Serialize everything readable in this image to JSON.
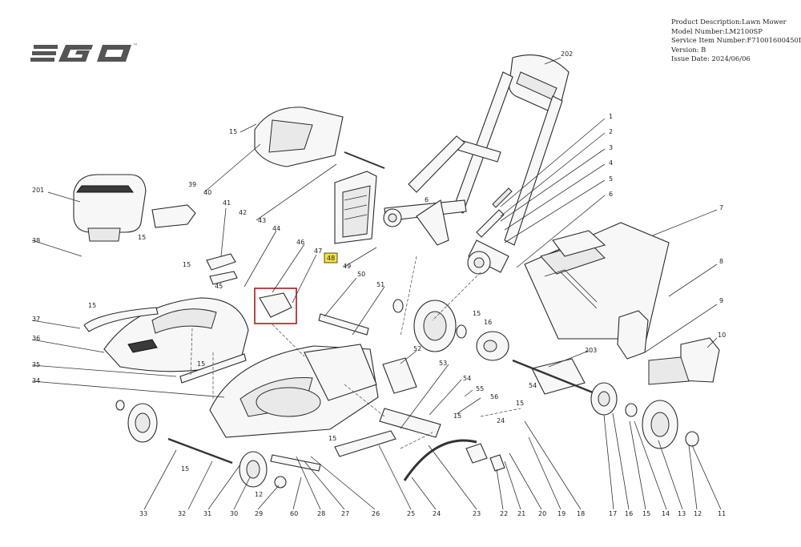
{
  "brand": {
    "logo_text": "EGO",
    "trademark": "™"
  },
  "header": {
    "product_description": "Product Description:Lawn Mower",
    "model_number": "Model Number:LM2100SP",
    "service_item_number": "Service Item Number:F71001600450I",
    "version": "Version: B",
    "issue_date_label": "Issue Date:",
    "issue_date_value": "2024/06/06"
  },
  "highlight": {
    "label": "48",
    "color": "#f3e23a",
    "box_color": "#b01818"
  },
  "callouts": {
    "top": [
      "202",
      "1",
      "2",
      "3",
      "4",
      "5",
      "6",
      "7",
      "8",
      "9",
      "10",
      "15",
      "40",
      "39",
      "201",
      "41",
      "43",
      "42",
      "44",
      "38",
      "15",
      "15",
      "46",
      "47",
      "48",
      "49",
      "6",
      "50",
      "51",
      "45",
      "37",
      "15",
      "36",
      "35",
      "34",
      "15",
      "16",
      "52",
      "53",
      "54",
      "55",
      "56",
      "15",
      "203",
      "15",
      "54",
      "15",
      "24",
      "15",
      "12"
    ],
    "bottom": [
      "33",
      "32",
      "31",
      "30",
      "29",
      "60",
      "28",
      "27",
      "26",
      "25",
      "24",
      "23",
      "22",
      "21",
      "20",
      "19",
      "18",
      "17",
      "16",
      "15",
      "14",
      "13",
      "12",
      "11",
      "12"
    ]
  }
}
